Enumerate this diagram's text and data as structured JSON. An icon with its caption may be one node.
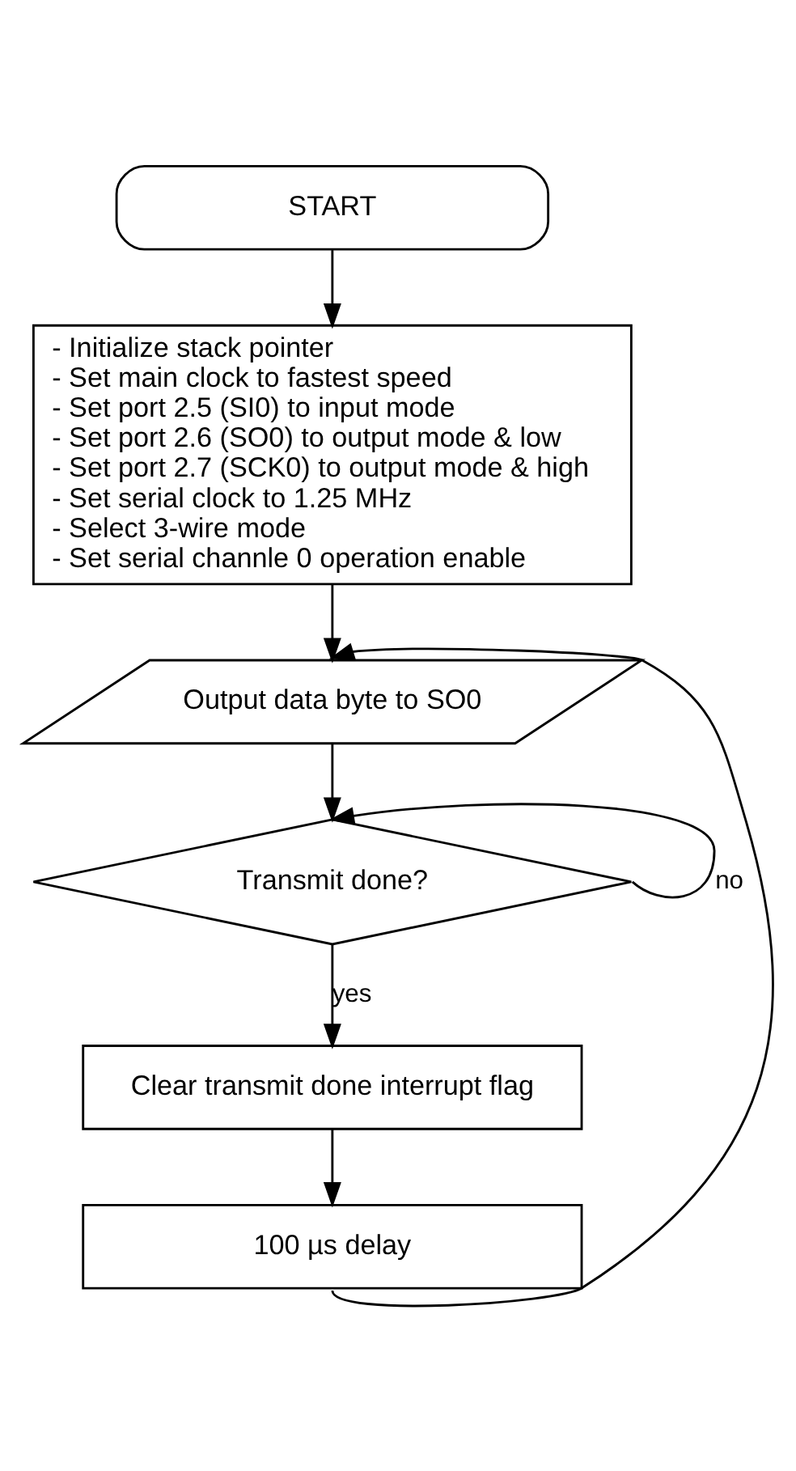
{
  "diagram": {
    "nodes": [
      {
        "text": [
          "START"
        ]
      },
      {
        "text": [
          "- Initialize stack pointer",
          "- Set main clock to fastest speed",
          "- Set port 2.5 (SI0) to input mode",
          "- Set port 2.6 (SO0) to output mode & low",
          "- Set port 2.7 (SCK0) to output mode & high",
          "- Set serial clock to 1.25 MHz",
          "- Select 3-wire mode",
          "- Set serial channle 0 operation enable"
        ]
      },
      {
        "text": [
          "Output data byte to SO0"
        ]
      },
      {
        "text": [
          "Transmit done?"
        ]
      },
      {
        "text": [
          "Clear transmit done interrupt flag"
        ]
      },
      {
        "text": [
          "100 µs delay"
        ]
      }
    ],
    "edges": [
      {
        "from": 0,
        "to": 1,
        "arrow": "to"
      },
      {
        "from": 1,
        "to": 2,
        "arrow": "to"
      },
      {
        "from": 2,
        "to": 3,
        "arrow": "to"
      },
      {
        "from": 3,
        "to": 3,
        "arrow": "to",
        "label": "no"
      },
      {
        "from": 3,
        "to": 4,
        "arrow": "to",
        "label": "yes"
      },
      {
        "from": 4,
        "to": 5,
        "arrow": "to"
      },
      {
        "from": 5,
        "to": 2,
        "arrow": "to"
      }
    ]
  }
}
